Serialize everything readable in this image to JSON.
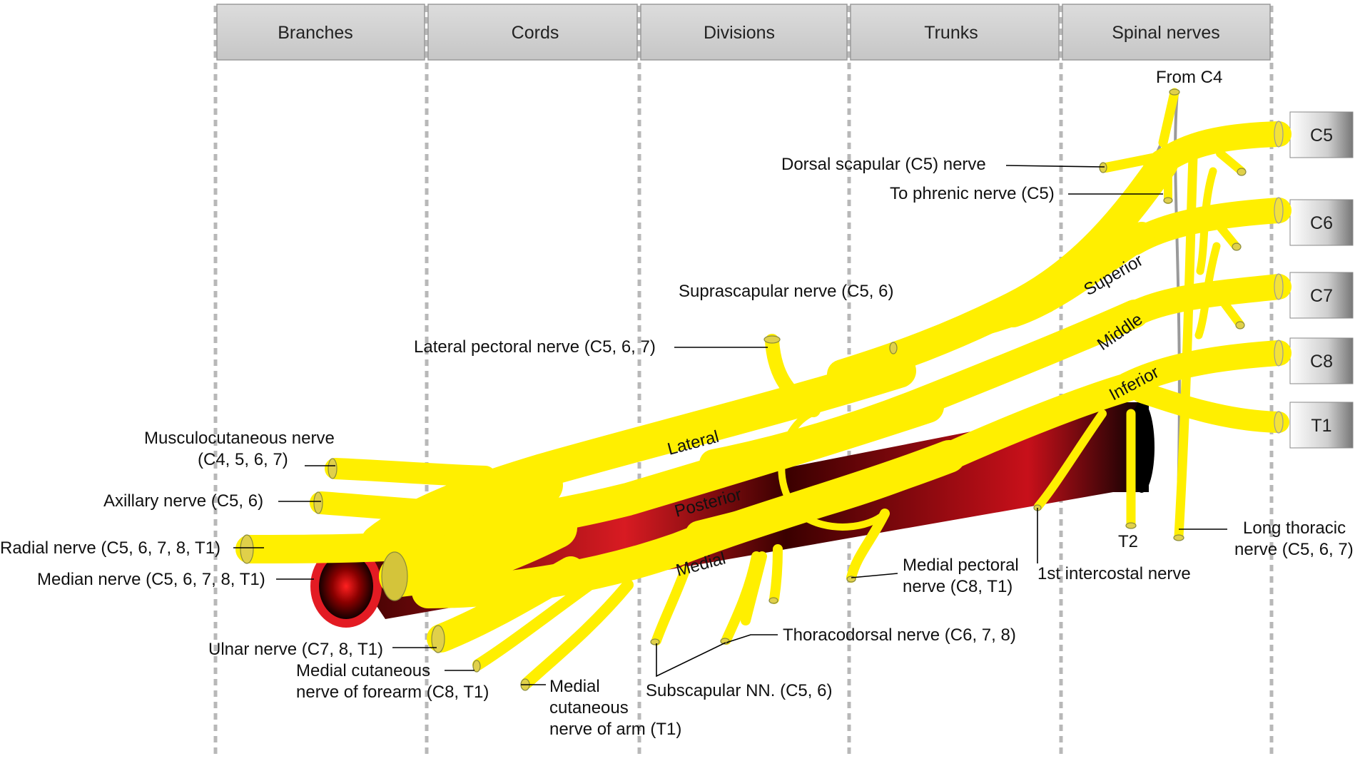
{
  "headers": [
    "Branches",
    "Cords",
    "Divisions",
    "Trunks",
    "Spinal nerves"
  ],
  "spinal_roots": [
    "C5",
    "C6",
    "C7",
    "C8",
    "T1"
  ],
  "trunks": {
    "superior": "Superior",
    "middle": "Middle",
    "inferior": "Inferior"
  },
  "cords": {
    "lateral": "Lateral",
    "posterior": "Posterior",
    "medial": "Medial"
  },
  "labels": {
    "from_c4": "From C4",
    "dorsal_scapular": "Dorsal scapular (C5) nerve",
    "to_phrenic": "To phrenic nerve (C5)",
    "suprascapular": "Suprascapular nerve (C5, 6)",
    "lateral_pectoral": "Lateral pectoral nerve (C5, 6, 7)",
    "musculocutaneous_1": "Musculocutaneous nerve",
    "musculocutaneous_2": "(C4, 5, 6, 7)",
    "axillary": "Axillary nerve (C5, 6)",
    "radial": "Radial nerve (C5, 6, 7, 8, T1)",
    "median": "Median nerve (C5, 6, 7, 8, T1)",
    "ulnar": "Ulnar nerve (C7, 8, T1)",
    "med_cut_forearm_1": "Medial cutaneous",
    "med_cut_forearm_2": "nerve of forearm (C8, T1)",
    "med_cut_arm_1": "Medial",
    "med_cut_arm_2": "cutaneous",
    "med_cut_arm_3": "nerve of arm (T1)",
    "subscapular": "Subscapular NN. (C5, 6)",
    "thoracodorsal": "Thoracodorsal nerve (C6, 7, 8)",
    "medial_pectoral_1": "Medial pectoral",
    "medial_pectoral_2": "nerve (C8, T1)",
    "intercostal": "1st intercostal nerve",
    "t2": "T2",
    "long_thoracic_1": "Long thoracic",
    "long_thoracic_2": "nerve (C5, 6, 7)"
  },
  "colors": {
    "nerve": "#ffef00",
    "nerve_outline": "#a8a8a8",
    "artery_red": "#e31b23",
    "artery_dark": "#2a0000",
    "header_fill": "#d4d4d4",
    "column_divider": "#b8b8b8"
  }
}
